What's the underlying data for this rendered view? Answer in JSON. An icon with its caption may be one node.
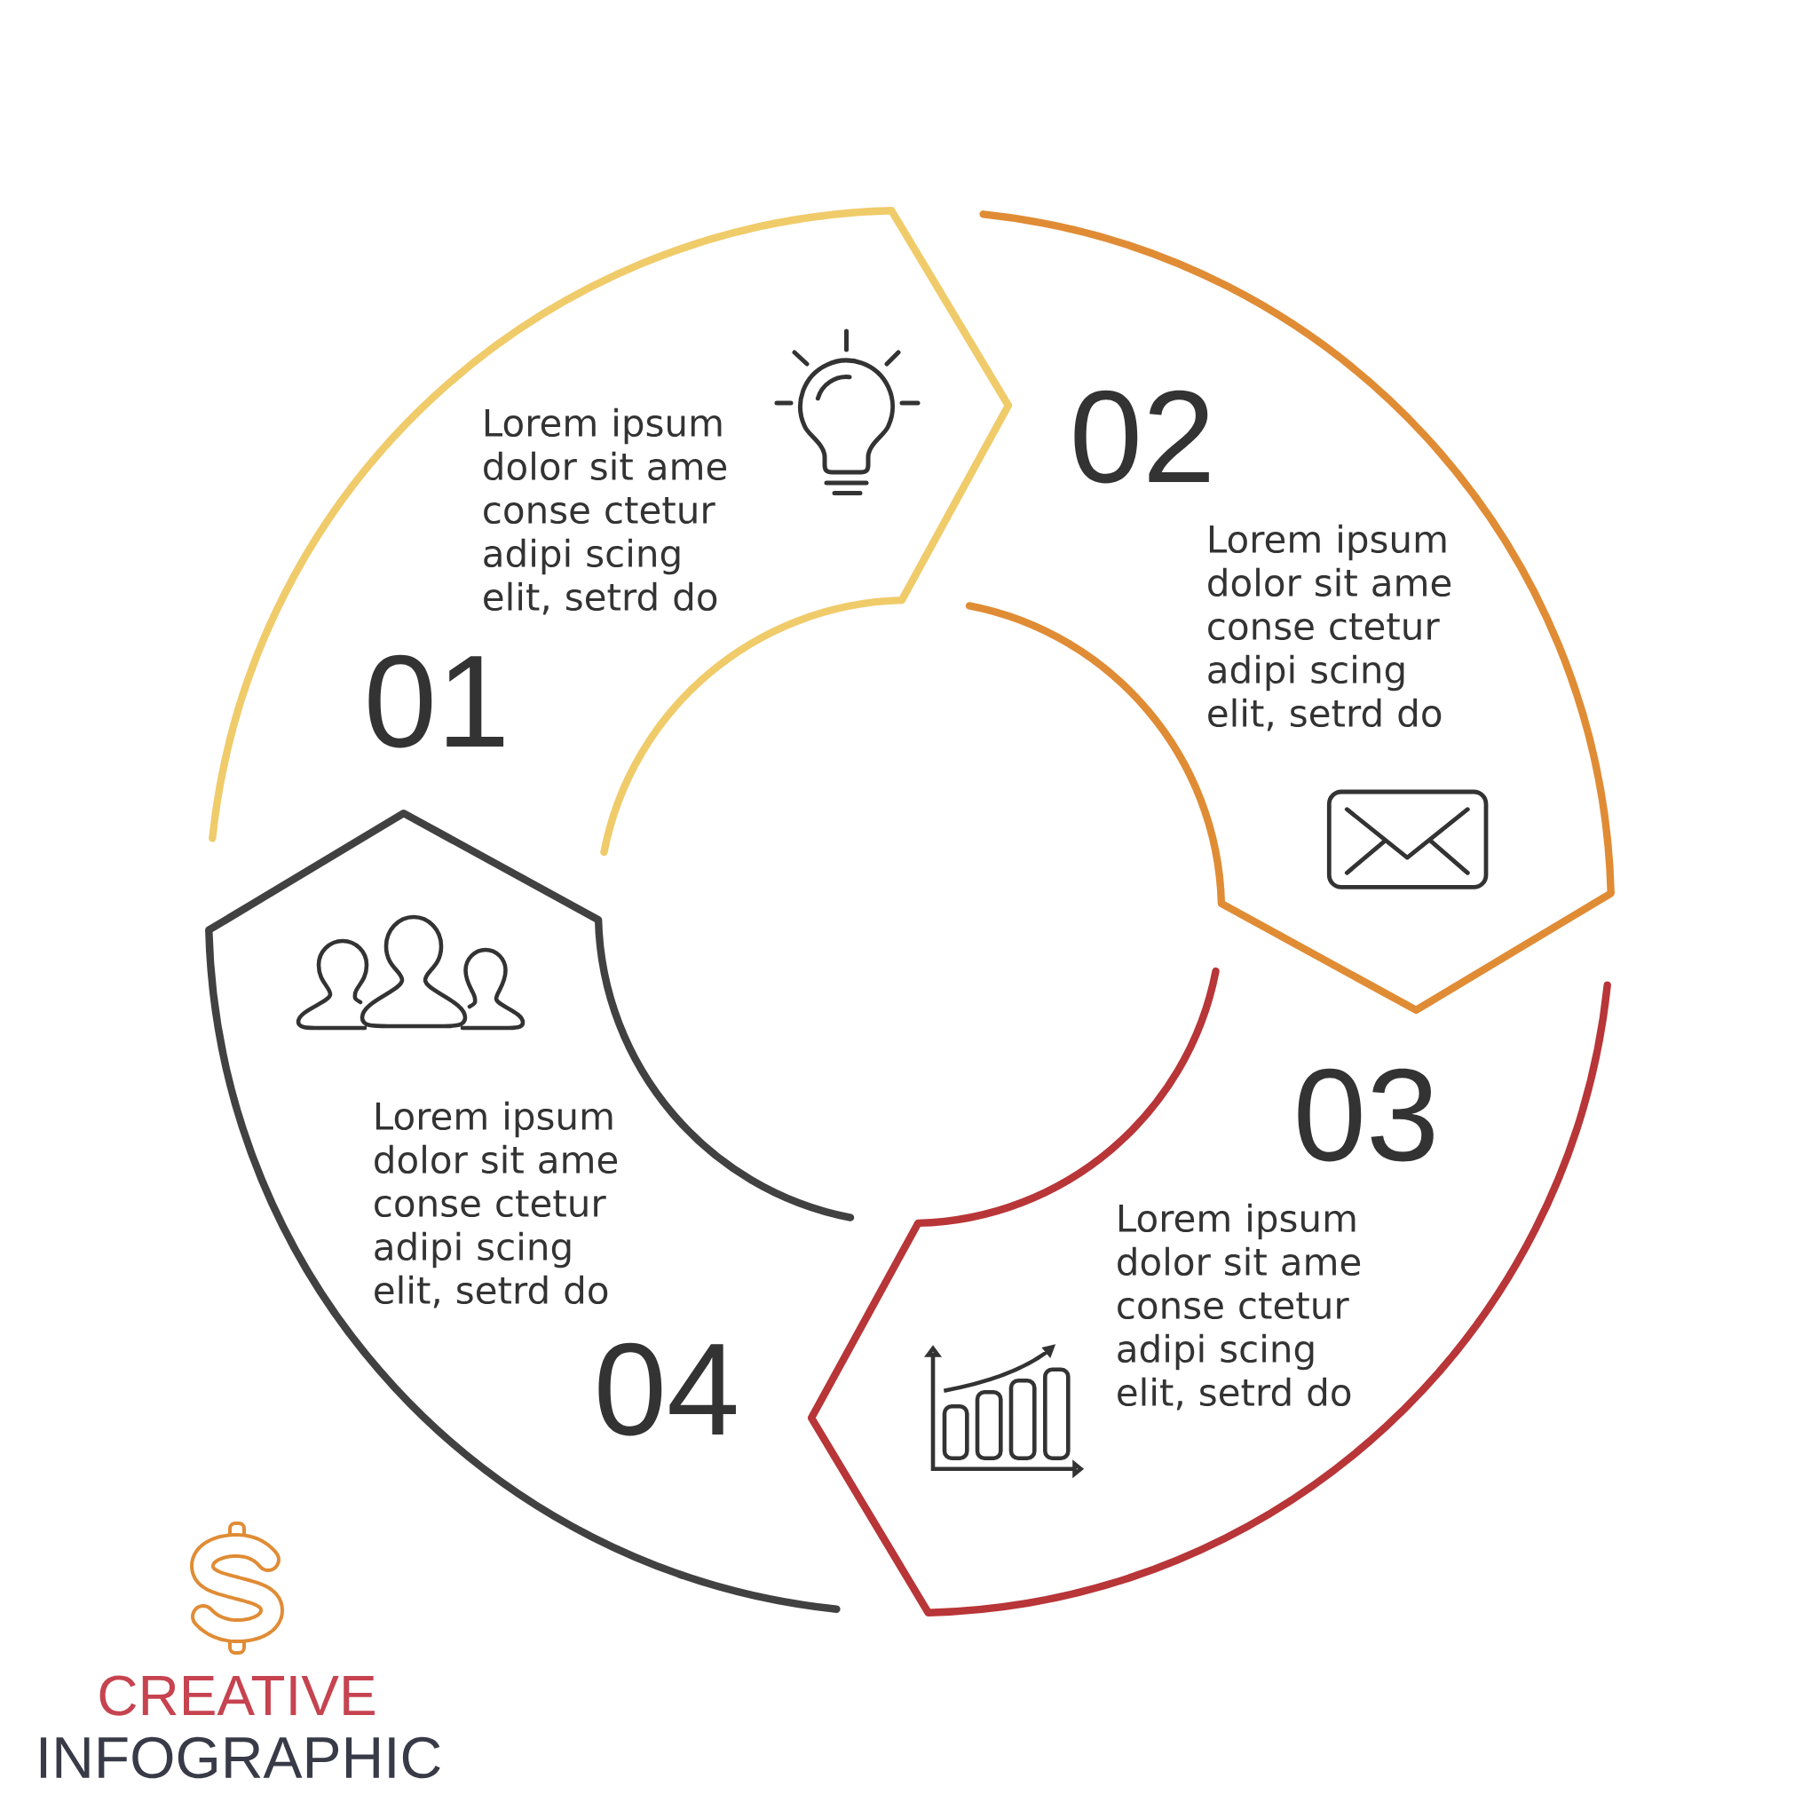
{
  "diagram": {
    "nodes": [
      {
        "text": [
          "Lorem ipsum dolor sit ame conse ctetur adipi scing elit, setrd do",
          "01"
        ]
      },
      {
        "text": [
          "02",
          "Lorem ipsum dolor sit ame conse ctetur adipi scing elit, setrd do"
        ]
      },
      {
        "text": [
          "03",
          "Lorem ipsum dolor sit ame conse ctetur adipi scing elit, setrd do"
        ]
      },
      {
        "text": [
          "Lorem ipsum dolor sit ame conse ctetur adipi scing elit, setrd do",
          "04"
        ]
      }
    ],
    "labels": [
      "CREATIVE",
      "INFOGRAPHIC"
    ]
  }
}
